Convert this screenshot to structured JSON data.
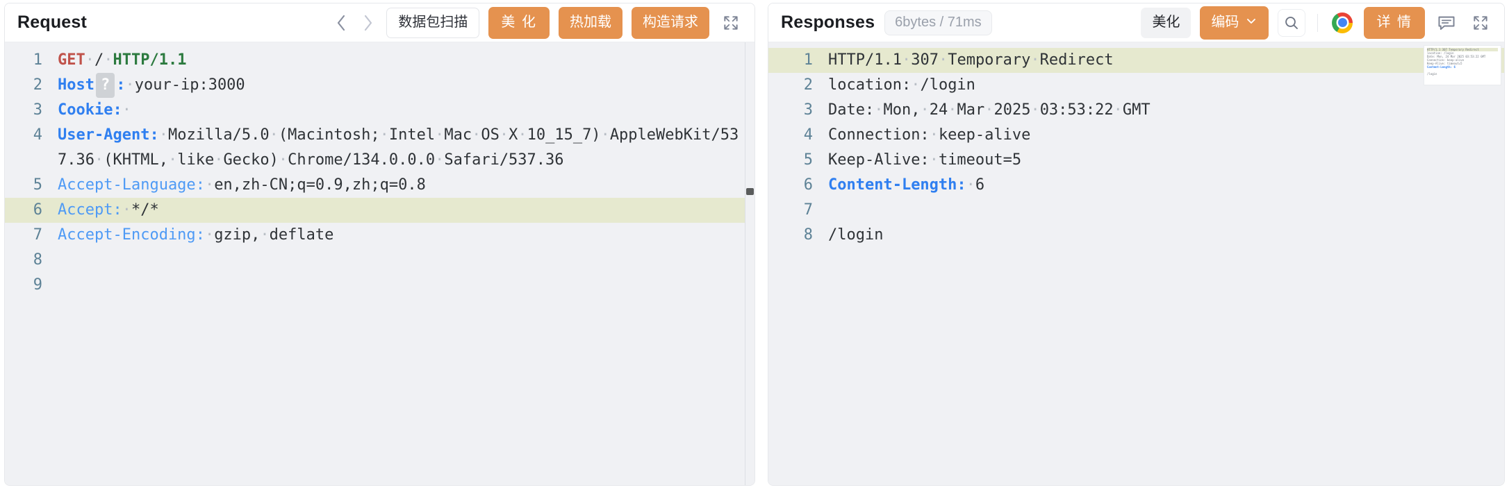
{
  "request_panel": {
    "title": "Request",
    "nav": {
      "prev_icon": "chevron-left-icon",
      "next_icon": "chevron-right-icon"
    },
    "buttons": {
      "scan": "数据包扫描",
      "beautify": "美 化",
      "hot_reload": "热加载",
      "build_request": "构造请求"
    },
    "expand_icon": "expand-icon",
    "code": {
      "lines": [
        {
          "n": "1",
          "highlight": false,
          "tokens": [
            {
              "t": "GET",
              "c": "tok-method"
            },
            {
              "t": "·",
              "c": "tok-dot"
            },
            {
              "t": "/",
              "c": "tok-plain"
            },
            {
              "t": "·",
              "c": "tok-dot"
            },
            {
              "t": "HTTP/1.1",
              "c": "tok-proto"
            }
          ]
        },
        {
          "n": "2",
          "highlight": false,
          "tokens": [
            {
              "t": "Host",
              "c": "tok-key-b"
            },
            {
              "t": "?",
              "c": "hostbadge"
            },
            {
              "t": ":",
              "c": "tok-key-b"
            },
            {
              "t": "·",
              "c": "tok-dot"
            },
            {
              "t": "your-ip:3000",
              "c": "tok-plain"
            }
          ]
        },
        {
          "n": "3",
          "highlight": false,
          "tokens": [
            {
              "t": "Cookie",
              "c": "tok-key-b"
            },
            {
              "t": ":",
              "c": "tok-key-b"
            },
            {
              "t": "·",
              "c": "tok-dot"
            }
          ]
        },
        {
          "n": "4",
          "highlight": false,
          "tokens": [
            {
              "t": "User-Agent",
              "c": "tok-key-b"
            },
            {
              "t": ":",
              "c": "tok-key-b"
            },
            {
              "t": "·",
              "c": "tok-dot"
            },
            {
              "t": "Mozilla/5.0",
              "c": "tok-plain"
            },
            {
              "t": "·",
              "c": "tok-dot"
            },
            {
              "t": "(Macintosh;",
              "c": "tok-plain"
            },
            {
              "t": "·",
              "c": "tok-dot"
            },
            {
              "t": "Intel",
              "c": "tok-plain"
            },
            {
              "t": "·",
              "c": "tok-dot"
            },
            {
              "t": "Mac",
              "c": "tok-plain"
            },
            {
              "t": "·",
              "c": "tok-dot"
            },
            {
              "t": "OS",
              "c": "tok-plain"
            },
            {
              "t": "·",
              "c": "tok-dot"
            },
            {
              "t": "X",
              "c": "tok-plain"
            },
            {
              "t": "·",
              "c": "tok-dot"
            },
            {
              "t": "10_15_7)",
              "c": "tok-plain"
            },
            {
              "t": "·",
              "c": "tok-dot"
            },
            {
              "t": "AppleWebKit/537.36",
              "c": "tok-plain"
            },
            {
              "t": "·",
              "c": "tok-dot"
            },
            {
              "t": "(KHTML,",
              "c": "tok-plain"
            },
            {
              "t": "·",
              "c": "tok-dot"
            },
            {
              "t": "like",
              "c": "tok-plain"
            },
            {
              "t": "·",
              "c": "tok-dot"
            },
            {
              "t": "Gecko)",
              "c": "tok-plain"
            },
            {
              "t": "·",
              "c": "tok-dot"
            },
            {
              "t": "Chrome/134.0.0.0",
              "c": "tok-plain"
            },
            {
              "t": "·",
              "c": "tok-dot"
            },
            {
              "t": "Safari/537.36",
              "c": "tok-plain"
            }
          ]
        },
        {
          "n": "5",
          "highlight": false,
          "tokens": [
            {
              "t": "Accept-Language",
              "c": "tok-key"
            },
            {
              "t": ":",
              "c": "tok-key"
            },
            {
              "t": "·",
              "c": "tok-dot"
            },
            {
              "t": "en,zh-CN;q=0.9,zh;q=0.8",
              "c": "tok-plain"
            }
          ]
        },
        {
          "n": "6",
          "highlight": true,
          "tokens": [
            {
              "t": "Accept",
              "c": "tok-key"
            },
            {
              "t": ":",
              "c": "tok-key"
            },
            {
              "t": "·",
              "c": "tok-dot"
            },
            {
              "t": "*/*",
              "c": "tok-plain"
            }
          ]
        },
        {
          "n": "7",
          "highlight": false,
          "tokens": [
            {
              "t": "Accept-Encoding",
              "c": "tok-key"
            },
            {
              "t": ":",
              "c": "tok-key"
            },
            {
              "t": "·",
              "c": "tok-dot"
            },
            {
              "t": "gzip,",
              "c": "tok-plain"
            },
            {
              "t": "·",
              "c": "tok-dot"
            },
            {
              "t": "deflate",
              "c": "tok-plain"
            }
          ]
        },
        {
          "n": "8",
          "highlight": false,
          "tokens": []
        },
        {
          "n": "9",
          "highlight": false,
          "tokens": []
        }
      ]
    }
  },
  "response_panel": {
    "title": "Responses",
    "meta": "6bytes / 71ms",
    "buttons": {
      "beautify": "美化",
      "encode": "编码",
      "encode_caret": "chevron-down-icon",
      "detail": "详 情"
    },
    "icons": {
      "search": "search-icon",
      "browser": "chrome-icon",
      "comment": "comment-icon",
      "expand": "expand-icon"
    },
    "code": {
      "lines": [
        {
          "n": "1",
          "highlight": true,
          "tokens": [
            {
              "t": "HTTP/1.1",
              "c": "tok-plain"
            },
            {
              "t": "·",
              "c": "tok-dot"
            },
            {
              "t": "307",
              "c": "tok-plain"
            },
            {
              "t": "·",
              "c": "tok-dot"
            },
            {
              "t": "Temporary",
              "c": "tok-plain"
            },
            {
              "t": "·",
              "c": "tok-dot"
            },
            {
              "t": "Redirect",
              "c": "tok-plain"
            }
          ]
        },
        {
          "n": "2",
          "highlight": false,
          "tokens": [
            {
              "t": "location:",
              "c": "tok-plain"
            },
            {
              "t": "·",
              "c": "tok-dot"
            },
            {
              "t": "/login",
              "c": "tok-plain"
            }
          ]
        },
        {
          "n": "3",
          "highlight": false,
          "tokens": [
            {
              "t": "Date:",
              "c": "tok-plain"
            },
            {
              "t": "·",
              "c": "tok-dot"
            },
            {
              "t": "Mon,",
              "c": "tok-plain"
            },
            {
              "t": "·",
              "c": "tok-dot"
            },
            {
              "t": "24",
              "c": "tok-plain"
            },
            {
              "t": "·",
              "c": "tok-dot"
            },
            {
              "t": "Mar",
              "c": "tok-plain"
            },
            {
              "t": "·",
              "c": "tok-dot"
            },
            {
              "t": "2025",
              "c": "tok-plain"
            },
            {
              "t": "·",
              "c": "tok-dot"
            },
            {
              "t": "03:53:22",
              "c": "tok-plain"
            },
            {
              "t": "·",
              "c": "tok-dot"
            },
            {
              "t": "GMT",
              "c": "tok-plain"
            }
          ]
        },
        {
          "n": "4",
          "highlight": false,
          "tokens": [
            {
              "t": "Connection:",
              "c": "tok-plain"
            },
            {
              "t": "·",
              "c": "tok-dot"
            },
            {
              "t": "keep-alive",
              "c": "tok-plain"
            }
          ]
        },
        {
          "n": "5",
          "highlight": false,
          "tokens": [
            {
              "t": "Keep-Alive:",
              "c": "tok-plain"
            },
            {
              "t": "·",
              "c": "tok-dot"
            },
            {
              "t": "timeout=5",
              "c": "tok-plain"
            }
          ]
        },
        {
          "n": "6",
          "highlight": false,
          "tokens": [
            {
              "t": "Content-Length:",
              "c": "tok-key-b"
            },
            {
              "t": "·",
              "c": "tok-dot"
            },
            {
              "t": "6",
              "c": "tok-plain"
            }
          ]
        },
        {
          "n": "7",
          "highlight": false,
          "tokens": []
        },
        {
          "n": "8",
          "highlight": false,
          "tokens": [
            {
              "t": "/login",
              "c": "tok-plain"
            }
          ]
        }
      ]
    },
    "minimap": {
      "lines": [
        {
          "text": "HTTP/1.1 307 Temporary Redirect",
          "style": "hl"
        },
        {
          "text": "location: /login",
          "style": ""
        },
        {
          "text": "Date: Mon, 24 Mar 2025 03:53:22 GMT",
          "style": ""
        },
        {
          "text": "Connection: keep-alive",
          "style": ""
        },
        {
          "text": "Keep-Alive: timeout=5",
          "style": ""
        },
        {
          "text": "Content-Length: 6",
          "style": "blue"
        },
        {
          "text": " ",
          "style": "gap"
        },
        {
          "text": "/login",
          "style": ""
        }
      ]
    }
  },
  "colors": {
    "accent_orange": "#e5924f",
    "code_bg": "#f0f1f4",
    "highlight": "#e6e9cf",
    "key_blue": "#2f7ff0",
    "method_red": "#c0524a",
    "proto_green": "#2c7a3f"
  }
}
